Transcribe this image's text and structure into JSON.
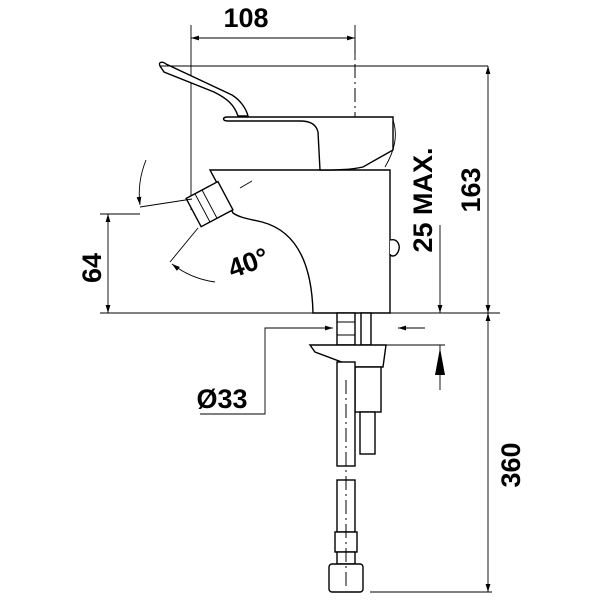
{
  "title": "Bidet mixer dimension drawing",
  "dimensions": {
    "width": "108",
    "height_total": "163",
    "popup_max": "25 MAX.",
    "nozzle_height": "64",
    "angle": "40°",
    "hole_diameter": "Ø33",
    "hose_length": "360"
  }
}
